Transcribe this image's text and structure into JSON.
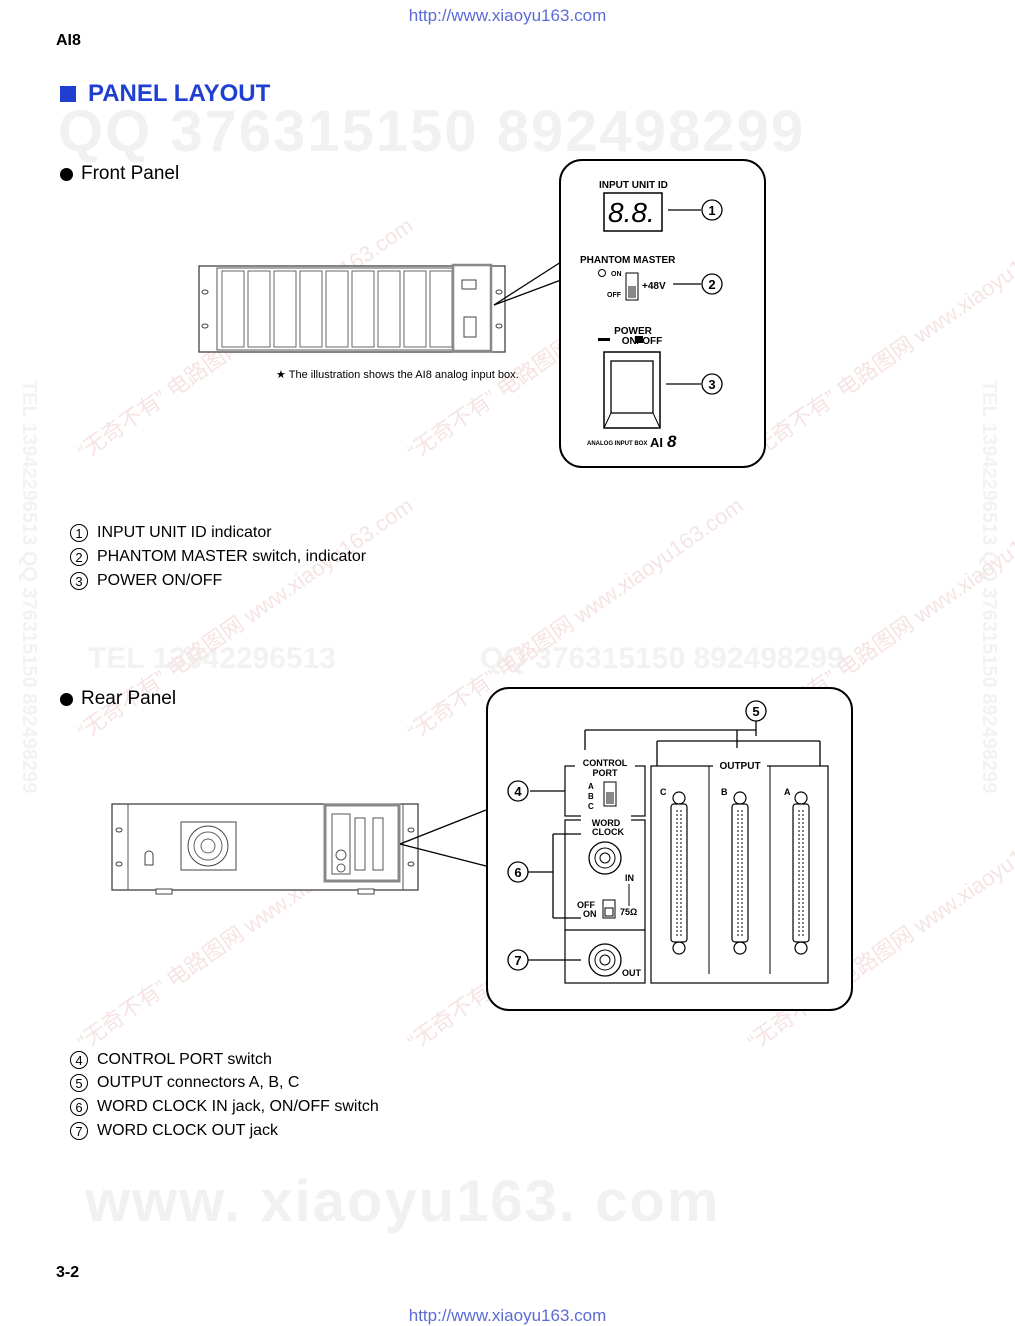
{
  "header": {
    "url_top": "http://www.xiaoyu163.com",
    "model": "AI8"
  },
  "section": {
    "title": "PANEL LAYOUT"
  },
  "front": {
    "heading": "Front Panel",
    "note": "The illustration shows the AI8 analog input box.",
    "note_mark": "★",
    "detail": {
      "input_unit_id": "INPUT UNIT ID",
      "display": "8.8.",
      "phantom_master": "PHANTOM MASTER",
      "on": "ON",
      "off": "OFF",
      "v48": "+48V",
      "power": "POWER",
      "power_onoff": "ON/  OFF",
      "brand_small": "ANALOG INPUT BOX",
      "brand_logo": "AI",
      "brand_num": "8",
      "callouts": [
        "1",
        "2",
        "3"
      ]
    },
    "legend": [
      {
        "num": "1",
        "text": "INPUT UNIT ID indicator"
      },
      {
        "num": "2",
        "text": "PHANTOM MASTER switch, indicator"
      },
      {
        "num": "3",
        "text": "POWER ON/OFF"
      }
    ]
  },
  "rear": {
    "heading": "Rear Panel",
    "detail": {
      "control_port": "CONTROL",
      "control_port2": "PORT",
      "a": "A",
      "b": "B",
      "c": "C",
      "output": "OUTPUT",
      "word": "WORD",
      "clock": "CLOCK",
      "in": "IN",
      "off": "OFF",
      "on": "ON",
      "ohm": "75Ω",
      "out": "OUT",
      "callouts": [
        "4",
        "5",
        "6",
        "7"
      ]
    },
    "legend": [
      {
        "num": "4",
        "text": "CONTROL PORT switch"
      },
      {
        "num": "5",
        "text": "OUTPUT connectors A, B, C"
      },
      {
        "num": "6",
        "text": "WORD CLOCK IN jack, ON/OFF switch"
      },
      {
        "num": "7",
        "text": "WORD CLOCK OUT jack"
      }
    ]
  },
  "footer": {
    "page": "3-2",
    "url_bottom": "http://www.xiaoyu163.com"
  },
  "watermarks": {
    "qq": "QQ 376315150   892498299",
    "tel": "TEL 13942296513",
    "qq2": "QQ 376315150   892498299",
    "side": "TEL 13942296513  QQ 376315150  892498299",
    "www": "www. xiaoyu163. com",
    "diag": "“无奇不有” 电路图网 www.xiaoyu163.com"
  }
}
